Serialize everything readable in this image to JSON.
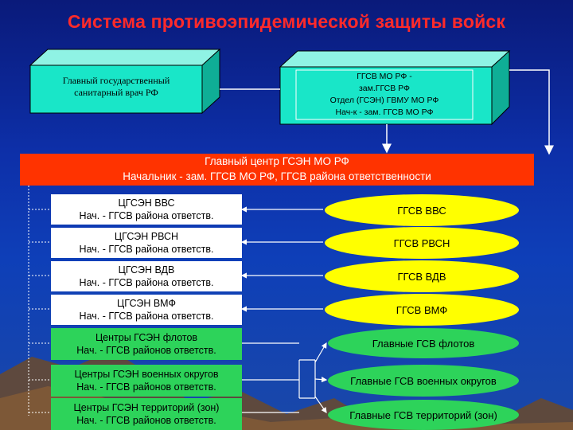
{
  "title": "Система противоэпидемической защиты войск",
  "top_left_box": {
    "text": "Главный государственный санитарный врач РФ"
  },
  "top_right_box": {
    "lines": [
      "ГГСВ МО РФ -",
      "зам.ГГСВ РФ",
      "Отдел (ГСЭН) ГВМУ МО РФ",
      "Нач-к - зам. ГГСВ МО РФ"
    ]
  },
  "main_center": {
    "line1": "Главный центр ГСЭН МО РФ",
    "line2": "Начальник - зам. ГГСВ МО РФ, ГГСВ района ответственности"
  },
  "left_boxes": [
    {
      "line1": "ЦГСЭН ВВС",
      "line2": "Нач. - ГГСВ района ответств."
    },
    {
      "line1": "ЦГСЭН РВСН",
      "line2": "Нач. - ГГСВ района ответств."
    },
    {
      "line1": "ЦГСЭН ВДВ",
      "line2": "Нач. - ГГСВ района ответств."
    },
    {
      "line1": "ЦГСЭН ВМФ",
      "line2": "Нач. - ГГСВ района ответств."
    },
    {
      "line1": "Центры ГСЭН флотов",
      "line2": "Нач. - ГГСВ районов ответств."
    },
    {
      "line1": "Центры ГСЭН военных округов",
      "line2": "Нач. - ГГСВ районов ответств."
    },
    {
      "line1": "Центры ГСЭН территорий (зон)",
      "line2": "Нач. - ГГСВ районов ответств."
    }
  ],
  "right_ovals": [
    {
      "label": "ГГСВ ВВС"
    },
    {
      "label": "ГГСВ РВСН"
    },
    {
      "label": "ГГСВ ВДВ"
    },
    {
      "label": "ГГСВ ВМФ"
    },
    {
      "label": "Главные ГСВ флотов"
    },
    {
      "label": "Главные ГСВ военных округов"
    },
    {
      "label": "Главные ГСВ территорий (зон)"
    }
  ],
  "colors": {
    "title": "#ff2a2a",
    "cube_front": "#19e6c8",
    "main_bar": "#ff3300",
    "oval_yellow": "#ffff00",
    "box_green": "#2dd35a"
  }
}
